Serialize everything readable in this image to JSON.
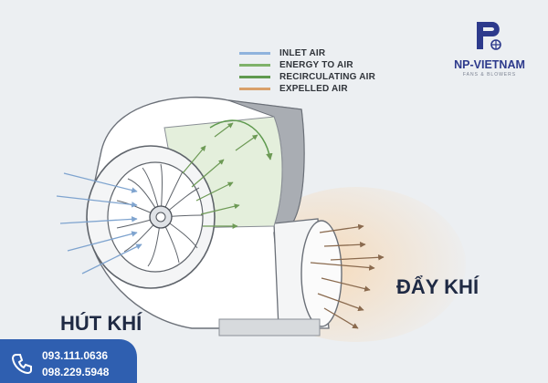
{
  "legend": {
    "items": [
      {
        "label": "INLET AIR",
        "color": "#8fb3dd"
      },
      {
        "label": "ENERGY TO AIR",
        "color": "#7fb26a"
      },
      {
        "label": "RECIRCULATING AIR",
        "color": "#5f9a4f"
      },
      {
        "label": "EXPELLED AIR",
        "color": "#d9a06a"
      }
    ]
  },
  "brand": {
    "name": "NP-VIETNAM",
    "tagline": "FANS & BLOWERS",
    "accent": "#2d3a8c"
  },
  "labels": {
    "outlet": "ĐẨY KHÍ",
    "inlet": "HÚT KHÍ"
  },
  "contact": {
    "phone_1": "093.111.0636",
    "phone_2": "098.229.5948",
    "box_color": "#2f5fb0"
  }
}
